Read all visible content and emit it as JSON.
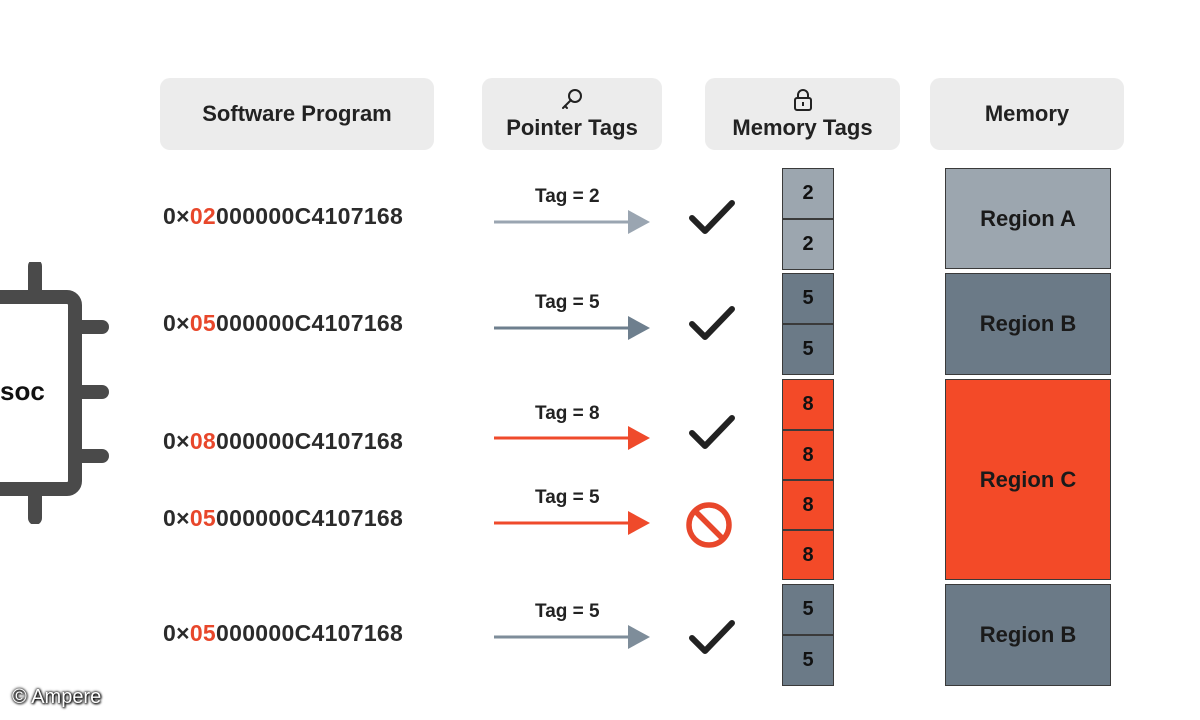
{
  "headers": {
    "software": "Software Program",
    "pointer_tags": "Pointer Tags",
    "memory_tags": "Memory Tags",
    "memory": "Memory"
  },
  "chip": {
    "label": "soc"
  },
  "rows": [
    {
      "addr_prefix": "0×",
      "addr_tag": "02",
      "addr_rest": "000000C4107168",
      "tag_label": "Tag = 2",
      "status": "allowed",
      "arrow_color": "#9aa5b1"
    },
    {
      "addr_prefix": "0×",
      "addr_tag": "05",
      "addr_rest": "000000C4107168",
      "tag_label": "Tag = 5",
      "status": "allowed",
      "arrow_color": "#6e7f8e"
    },
    {
      "addr_prefix": "0×",
      "addr_tag": "08",
      "addr_rest": "000000C4107168",
      "tag_label": "Tag = 8",
      "status": "allowed",
      "arrow_color": "#ef4a2b"
    },
    {
      "addr_prefix": "0×",
      "addr_tag": "05",
      "addr_rest": "000000C4107168",
      "tag_label": "Tag = 5",
      "status": "blocked",
      "arrow_color": "#ef4a2b"
    },
    {
      "addr_prefix": "0×",
      "addr_tag": "05",
      "addr_rest": "000000C4107168",
      "tag_label": "Tag = 5",
      "status": "allowed",
      "arrow_color": "#7e8d9a"
    }
  ],
  "memory_tags": [
    "2",
    "2",
    "5",
    "5",
    "8",
    "8",
    "8",
    "8",
    "5",
    "5"
  ],
  "regions": [
    {
      "label": "Region A",
      "color": "#9ca6af"
    },
    {
      "label": "Region B",
      "color": "#6b7a87"
    },
    {
      "label": "Region C",
      "color": "#f34a28"
    },
    {
      "label": "Region B",
      "color": "#6b7a87"
    }
  ],
  "colors": {
    "region_a": "#9ca6af",
    "region_b": "#6b7a87",
    "region_c": "#f34a28",
    "highlight": "#e8472b",
    "blocked": "#e8472b"
  },
  "copyright": "© Ampere"
}
